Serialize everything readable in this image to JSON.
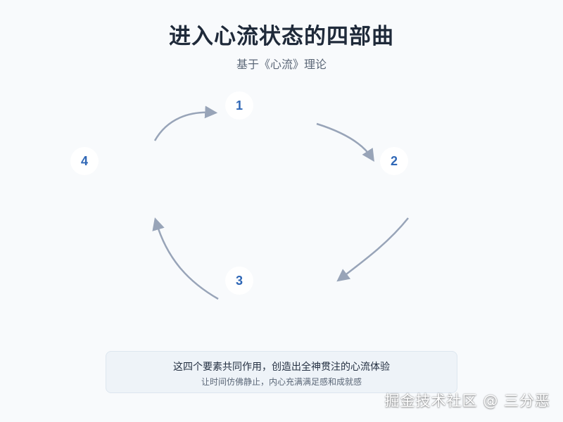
{
  "title": "进入心流状态的四部曲",
  "subtitle": "基于《心流》理论",
  "nodes": [
    {
      "number": "1"
    },
    {
      "number": "2"
    },
    {
      "number": "3"
    },
    {
      "number": "4"
    }
  ],
  "summary": {
    "main": "这四个要素共同作用，创造出全神贯注的心流体验",
    "sub": "让时间仿佛静止，内心充满满足感和成就感"
  },
  "watermark": "掘金技术社区 @ 三分恶",
  "colors": {
    "background": "#f8fafc",
    "arrow": "#98a4b8",
    "number": "#2f67b6",
    "title": "#1f2a3a",
    "summary_bg": "#eef3f8"
  }
}
